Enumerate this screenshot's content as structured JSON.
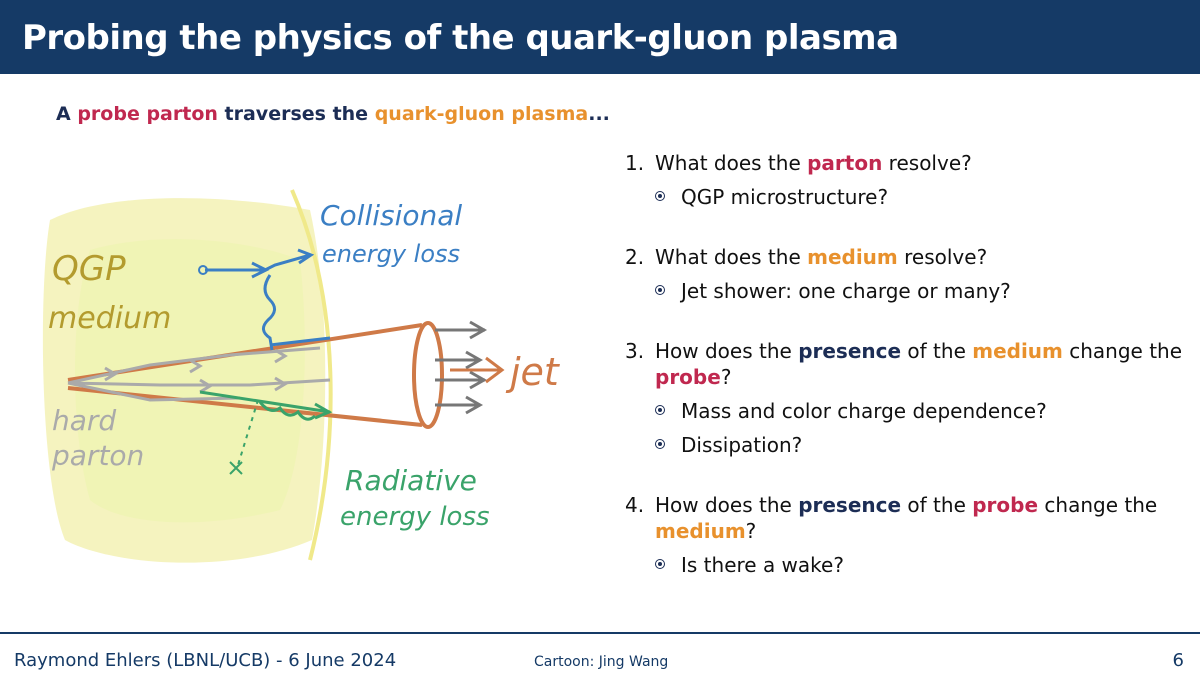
{
  "header": {
    "title": "Probing the physics of the quark-gluon plasma"
  },
  "subtitle": {
    "t1": "A ",
    "t2": "probe parton",
    "t3": " traverses the ",
    "t4": "quark-gluon plasma",
    "t5": "..."
  },
  "cartoon": {
    "qgp": "QGP",
    "medium": "medium",
    "collisional1": "Collisional",
    "collisional2": "energy loss",
    "jet": "jet",
    "hard": "hard",
    "parton": "parton",
    "radiative1": "Radiative",
    "radiative2": "energy loss"
  },
  "questions": [
    {
      "num": "1.",
      "a": "What does the ",
      "h1": "parton",
      "b": " resolve?",
      "subs": [
        "QGP microstructure?"
      ]
    },
    {
      "num": "2.",
      "a": "What does the ",
      "h1": "medium",
      "b": " resolve?",
      "subs": [
        "Jet shower: one charge or many?"
      ]
    },
    {
      "num": "3.",
      "a": "How does the ",
      "h1": "presence",
      "b": " of the ",
      "h2": "medium",
      "c": " change the ",
      "h3": "probe",
      "d": "?",
      "subs": [
        "Mass and color charge dependence?",
        "Dissipation?"
      ]
    },
    {
      "num": "4.",
      "a": "How does the ",
      "h1": "presence",
      "b": " of the ",
      "h2": "probe",
      "c": " change the ",
      "h3": "medium",
      "d": "?",
      "subs": [
        "Is there a wake?"
      ]
    }
  ],
  "footer": {
    "left": "Raymond Ehlers (LBNL/UCB) - 6 June 2024",
    "center": "Cartoon: Jing Wang",
    "page": "6"
  },
  "colors": {
    "navy": "#153a66",
    "red": "#c0284f",
    "orange": "#e8912d",
    "blue": "#3b7fc4",
    "green": "#3aa36a",
    "copper": "#cf7a48"
  }
}
